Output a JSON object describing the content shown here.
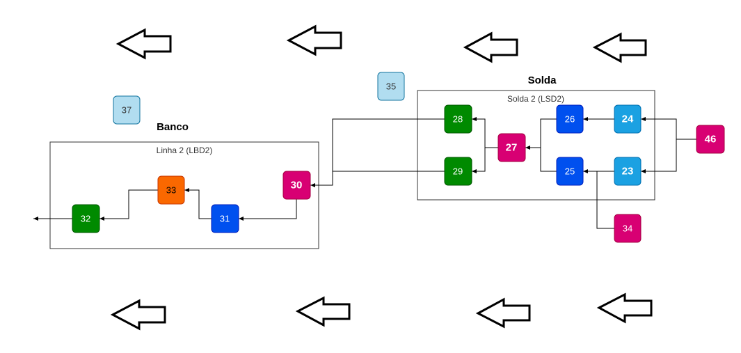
{
  "groups": {
    "banco": {
      "title": "Banco",
      "subtitle": "Linha 2 (LBD2)"
    },
    "solda": {
      "title": "Solda",
      "subtitle": "Solda 2 (LSD2)"
    }
  },
  "nodes": {
    "n23": {
      "label": "23",
      "color": "#1ba1e2"
    },
    "n24": {
      "label": "24",
      "color": "#1ba1e2"
    },
    "n25": {
      "label": "25",
      "color": "#0050ef"
    },
    "n26": {
      "label": "26",
      "color": "#0050ef"
    },
    "n27": {
      "label": "27",
      "color": "#d80073"
    },
    "n28": {
      "label": "28",
      "color": "#008a00"
    },
    "n29": {
      "label": "29",
      "color": "#008a00"
    },
    "n30": {
      "label": "30",
      "color": "#d80073"
    },
    "n31": {
      "label": "31",
      "color": "#0050ef"
    },
    "n32": {
      "label": "32",
      "color": "#008a00"
    },
    "n33": {
      "label": "33",
      "color": "#fa6800"
    },
    "n34": {
      "label": "34",
      "color": "#d80073"
    },
    "n35": {
      "label": "35",
      "color": "#b1ddf0"
    },
    "n37": {
      "label": "37",
      "color": "#b1ddf0"
    },
    "n46": {
      "label": "46",
      "color": "#d80073"
    }
  },
  "arrow_icon": "left-arrow-outline-icon"
}
